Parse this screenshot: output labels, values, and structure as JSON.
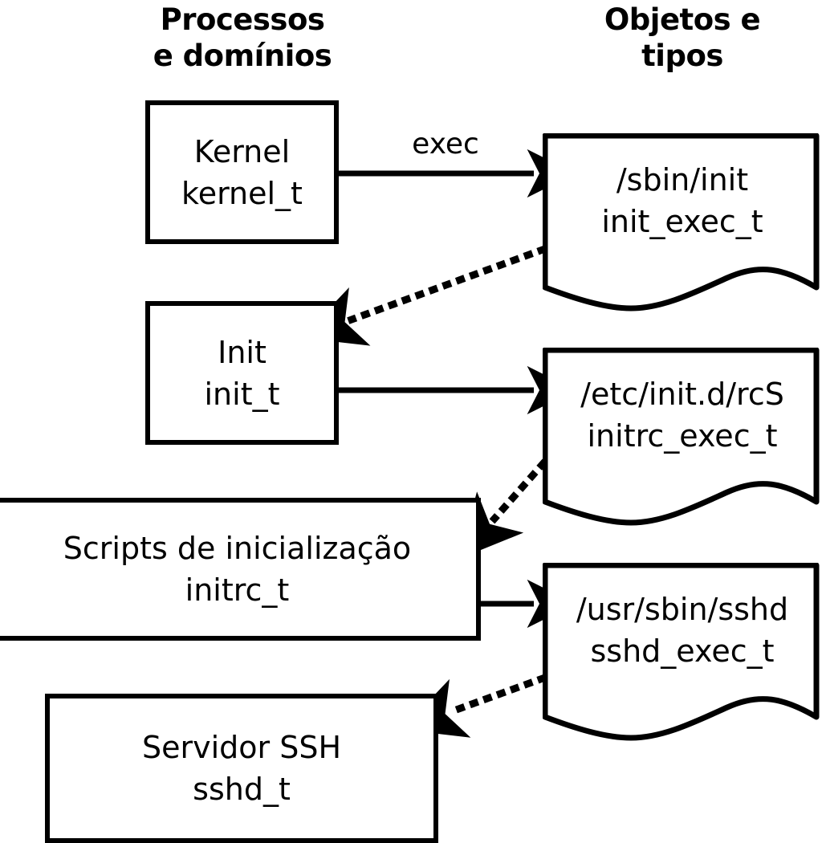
{
  "headers": {
    "left": "Processos\ne domínios",
    "right": "Objetos e\ntipos"
  },
  "processes": [
    {
      "name": "kernel",
      "label": "Kernel\nkernel_t"
    },
    {
      "name": "init",
      "label": "Init\ninit_t"
    },
    {
      "name": "initrc",
      "label": "Scripts de inicialização\ninitrc_t"
    },
    {
      "name": "sshd",
      "label": "Servidor SSH\nsshd_t"
    }
  ],
  "objects": [
    {
      "name": "init-exec",
      "label": "/sbin/init\ninit_exec_t"
    },
    {
      "name": "initrc-exec",
      "label": "/etc/init.d/rcS\ninitrc_exec_t"
    },
    {
      "name": "sshd-exec",
      "label": "/usr/sbin/sshd\nsshd_exec_t"
    }
  ],
  "edges": [
    {
      "name": "kernel-exec-init",
      "label": "exec",
      "style": "solid"
    },
    {
      "name": "init-exec-to-init",
      "label": "",
      "style": "dotted"
    },
    {
      "name": "init-exec-rcs",
      "label": "",
      "style": "solid"
    },
    {
      "name": "initrc-exec-to-initrc",
      "label": "",
      "style": "dotted"
    },
    {
      "name": "initrc-exec-sshd",
      "label": "",
      "style": "solid"
    },
    {
      "name": "sshd-exec-to-sshd",
      "label": "",
      "style": "dotted"
    }
  ],
  "colors": {
    "stroke": "#000000",
    "background": "#ffffff"
  }
}
